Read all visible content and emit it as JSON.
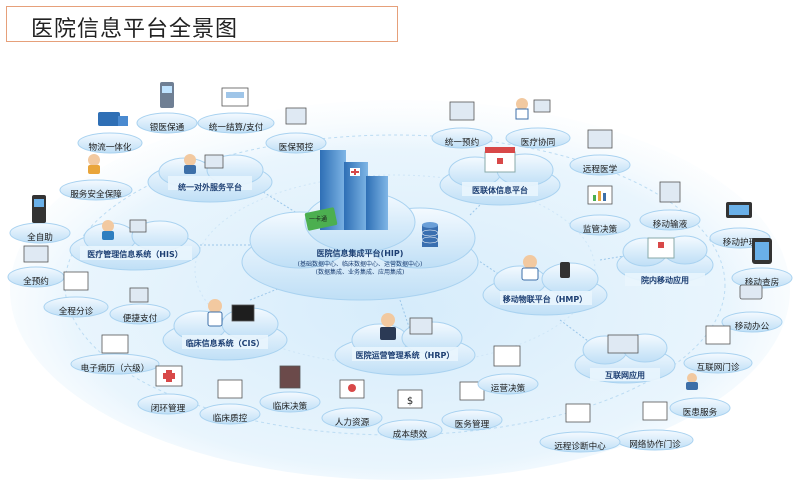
{
  "title": "医院信息平台全景图",
  "center": {
    "label": "医院信息集成平台(HIP)",
    "sub1": "(基础数据中心、临床数据中心、运营数据中心)",
    "sub2": "(数据集成、业务集成、应用集成)",
    "card": "一卡通"
  },
  "hubs": {
    "external": "统一对外服务平台",
    "his": "医疗管理信息系统（HIS）",
    "cis": "临床信息系统（CIS）",
    "hrp": "医院运营管理系统（HRP）",
    "hmp": "移动物联平台（HMP）",
    "alliance": "医联体信息平台",
    "mobile": "院内移动应用",
    "internet": "互联网应用"
  },
  "nodes": {
    "logistics": "物流一体化",
    "bank": "银医保通",
    "settle": "统一结算/支付",
    "insurance": "医保预控",
    "security": "服务安全保障",
    "selfservice": "全自助",
    "reserve": "全预约",
    "fullprocess": "全程分诊",
    "payment": "便捷支付",
    "emr": "电子病历（六级）",
    "loop": "闭环管理",
    "quality": "临床质控",
    "decision_clinical": "临床决策",
    "hr": "人力资源",
    "performance": "成本绩效",
    "medmanage": "医务管理",
    "opdecision": "运营决策",
    "appointment": "统一预约",
    "cooperation": "医疗协同",
    "remote": "远程医学",
    "supervise": "监管决策",
    "infusion": "移动输液",
    "nursing": "移动护理",
    "rounds": "移动查房",
    "office": "移动办公",
    "online": "互联网门诊",
    "patient": "医患服务",
    "diagnosis": "远程诊断中心",
    "network": "网络协作门诊"
  },
  "colors": {
    "cloud": "#d8ecfb",
    "cloudStroke": "#a9d2f0",
    "hubText": "#1d3f73",
    "titleBorder": "#e6a07a"
  }
}
